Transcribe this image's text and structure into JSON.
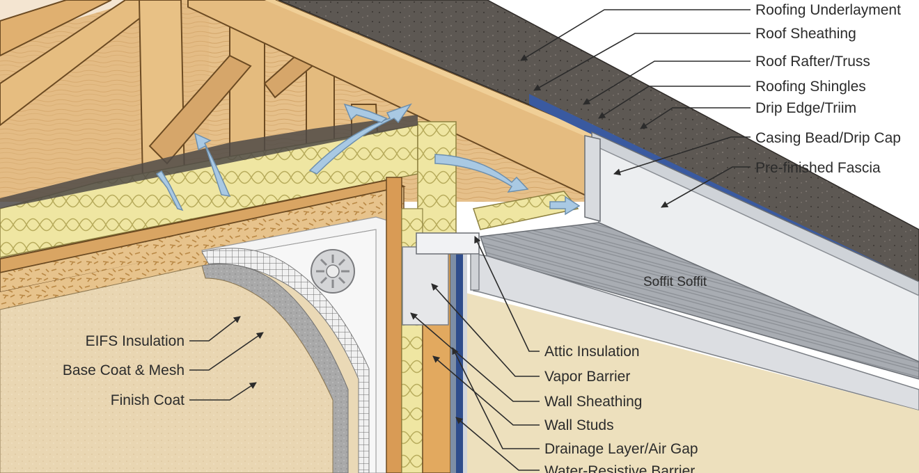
{
  "labels": {
    "roofing_underlayment": "Roofing Underlayment",
    "roof_sheathing": "Roof Sheathing",
    "roof_rafter_truss": "Roof Rafter/Truss",
    "roofing_shingles": "Roofing Shingles",
    "drip_edge_trim": "Drip Edge/Triim",
    "casing_bead_drip_cap": "Casing Bead/Drip Cap",
    "prefinished_fascia": "Pre-finished Fascia",
    "soffit": "Soffit Soffit",
    "attic_insulation": "Attic Insulation",
    "vapor_barrier": "Vapor Barrier",
    "wall_sheathing": "Wall Sheathing",
    "wall_studs": "Wall Studs",
    "drainage_layer": "Drainage Layer/Air Gap",
    "water_resistive_barrier": "Water-Resistive Barrier",
    "eifs_insulation": "EIFS Insulation",
    "base_coat_mesh": "Base Coat & Mesh",
    "finish_coat": "Finish Coat"
  },
  "colors": {
    "wood": "#e3b97c",
    "wood_dark": "#c48c4c",
    "insulation": "#efe6a2",
    "shingles": "#5a5550",
    "fascia": "#e9eaec",
    "soffit": "#a9adb3",
    "stucco": "#e9d6b2",
    "airflow_arrow": "#a9c9e3",
    "wrb_blue": "#2f4d8c"
  }
}
